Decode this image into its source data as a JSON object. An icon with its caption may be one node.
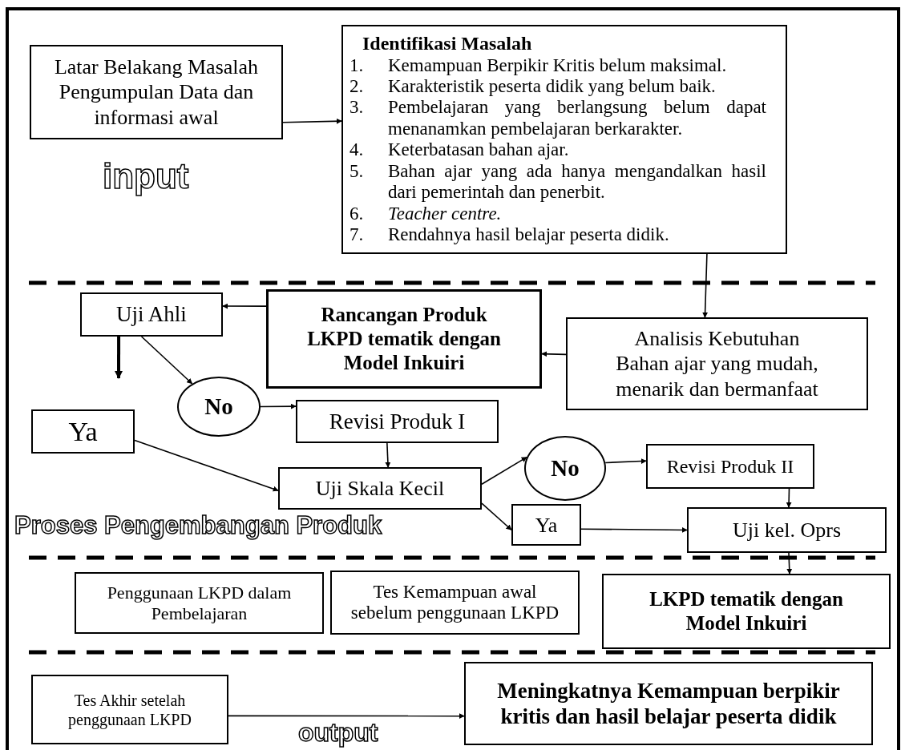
{
  "diagram": {
    "nodes": [
      {
        "text": [
          "Latar Belakang Masalah Pengumpulan Data dan informasi awal"
        ]
      },
      {
        "text": [
          "Identifikasi Masalah",
          "1. Kemampuan Berpikir Kritis belum maksimal.",
          "2. Karakteristik peserta didik yang belum baik.",
          "3. Pembelajaran yang berlangsung belum dapat menanamkan pembelajaran berkarakter.",
          "4. Keterbatasan bahan ajar.",
          "5. Bahan ajar yang ada hanya mengandalkan hasil dari pemerintah dan penerbit.",
          "6. *Teacher centre.*",
          "7. Rendahnya hasil belajar peserta didik."
        ]
      },
      {
        "text": [
          "Uji Ahli"
        ]
      },
      {
        "text": [
          "Rancangan Produk LKPD tematik dengan Model Inkuiri"
        ]
      },
      {
        "text": [
          "Analisis Kebutuhan",
          "Bahan ajar yang mudah, menarik dan bermanfaat"
        ]
      },
      {
        "text": [
          "No"
        ]
      },
      {
        "text": [
          "Revisi Produk I"
        ]
      },
      {
        "text": [
          "Ya"
        ]
      },
      {
        "text": [
          "Uji Skala Kecil"
        ]
      },
      {
        "text": [
          "No"
        ]
      },
      {
        "text": [
          "Revisi Produk II"
        ]
      },
      {
        "text": [
          "Ya"
        ]
      },
      {
        "text": [
          "Uji kel. Oprs"
        ]
      },
      {
        "text": [
          "Penggunaan LKPD dalam Pembelajaran"
        ]
      },
      {
        "text": [
          "Tes Kemampuan awal sebelum penggunaan LKPD"
        ]
      },
      {
        "text": [
          "LKPD tematik dengan Model Inkuiri"
        ]
      },
      {
        "text": [
          "Tes Akhir setelah penggunaan LKPD"
        ]
      },
      {
        "text": [
          "Meningkatnya Kemampuan berpikir kritis dan hasil belajar peserta didik"
        ]
      }
    ],
    "edges": [
      {
        "from": 0,
        "to": 1,
        "arrow": "to"
      },
      {
        "from": 1,
        "to": 4,
        "arrow": "to"
      },
      {
        "from": 4,
        "to": 3,
        "arrow": "to"
      },
      {
        "from": 3,
        "to": 2,
        "arrow": "to"
      },
      {
        "from": 2,
        "to": null,
        "arrow": "to",
        "style": "thick"
      },
      {
        "from": 2,
        "to": 5,
        "arrow": "to"
      },
      {
        "from": 5,
        "to": 6,
        "arrow": "to"
      },
      {
        "from": 6,
        "to": 8,
        "arrow": "to"
      },
      {
        "from": 7,
        "to": 8,
        "arrow": "to"
      },
      {
        "from": 8,
        "to": 9,
        "arrow": "to"
      },
      {
        "from": 8,
        "to": 11,
        "arrow": "to"
      },
      {
        "from": 9,
        "to": 10,
        "arrow": "to"
      },
      {
        "from": 11,
        "to": 12,
        "arrow": "to"
      },
      {
        "from": 10,
        "to": 12,
        "arrow": "to"
      },
      {
        "from": 12,
        "to": 15,
        "arrow": "to"
      },
      {
        "from": 16,
        "to": 17,
        "arrow": "to"
      }
    ],
    "labels": [
      "input",
      "Proses Pengembangan Produk",
      "output"
    ]
  }
}
